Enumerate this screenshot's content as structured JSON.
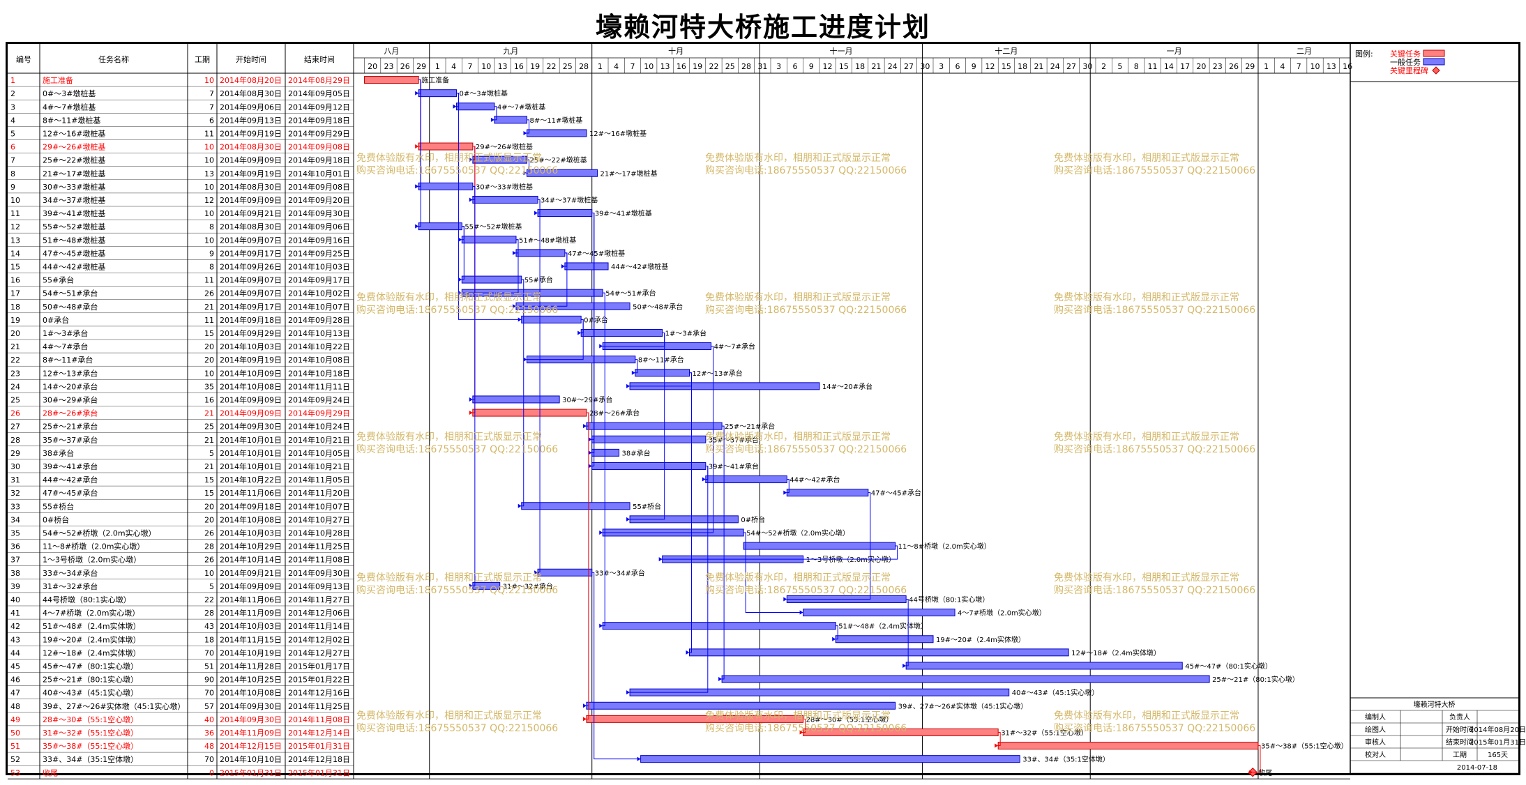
{
  "page": {
    "title": "壕赖河特大桥施工进度计划"
  },
  "table": {
    "headers": [
      "编号",
      "任务名称",
      "工期",
      "开始时间",
      "结束时间"
    ]
  },
  "timeline": {
    "months": [
      {
        "label": "八月",
        "days": [
          "20",
          "23",
          "26",
          "29"
        ]
      },
      {
        "label": "九月",
        "days": [
          "1",
          "4",
          "7",
          "10",
          "13",
          "16",
          "19",
          "22",
          "25",
          "28"
        ]
      },
      {
        "label": "十月",
        "days": [
          "1",
          "4",
          "7",
          "10",
          "13",
          "16",
          "19",
          "22",
          "25",
          "28",
          "31"
        ]
      },
      {
        "label": "十一月",
        "days": [
          "3",
          "6",
          "9",
          "12",
          "15",
          "18",
          "21",
          "24",
          "27",
          "30"
        ]
      },
      {
        "label": "十二月",
        "days": [
          "3",
          "6",
          "9",
          "12",
          "15",
          "18",
          "21",
          "24",
          "27",
          "30"
        ]
      },
      {
        "label": "一月",
        "days": [
          "2",
          "5",
          "8",
          "11",
          "14",
          "17",
          "20",
          "23",
          "26",
          "29"
        ]
      },
      {
        "label": "二月",
        "days": [
          "1",
          "4",
          "7",
          "10",
          "13",
          "16"
        ]
      }
    ]
  },
  "legend": {
    "title": "图例:",
    "critical": "关键任务",
    "normal": "一般任务",
    "milestone": "关键里程碑",
    "colors": {
      "critical": "#ff8080",
      "normal": "#7b7bff",
      "border": "#0000c0",
      "red_text": "#ff0000",
      "line": "#0000ff"
    }
  },
  "watermark": {
    "line1": "免费体验版有水印，相朋和正式版显示正常",
    "line2": "购买咨询电话:18675550537 QQ:22150066"
  },
  "info_box": {
    "project": "壕赖河特大桥",
    "labels": {
      "editor": "编制人",
      "owner": "负责人",
      "drawer": "绘图人",
      "start": "开始时间",
      "reviewer": "审核人",
      "end": "结束时间",
      "checker": "校对人",
      "duration": "工期"
    },
    "start_value": "2014年08月20日",
    "end_value": "2015年01月31日",
    "duration_value": "165天",
    "date": "2014-07-18"
  },
  "chart_data": {
    "type": "gantt",
    "title": "壕赖河特大桥施工进度计划",
    "x_range": [
      "2014-08-18",
      "2015-02-18"
    ],
    "tasks": [
      {
        "id": "1",
        "name": "施工准备",
        "duration": "10",
        "start": "2014年08月20日",
        "end": "2014年08月29日",
        "critical": true,
        "label": "施工准备"
      },
      {
        "id": "2",
        "name": "0#～3#墩桩基",
        "duration": "7",
        "start": "2014年08月30日",
        "end": "2014年09月05日",
        "critical": false,
        "label": "0#～3#墩桩基"
      },
      {
        "id": "3",
        "name": "4#～7#墩桩基",
        "duration": "7",
        "start": "2014年09月06日",
        "end": "2014年09月12日",
        "critical": false,
        "label": "4#～7#墩桩基"
      },
      {
        "id": "4",
        "name": "8#～11#墩桩基",
        "duration": "6",
        "start": "2014年09月13日",
        "end": "2014年09月18日",
        "critical": false,
        "label": "8#～11#墩桩基"
      },
      {
        "id": "5",
        "name": "12#～16#墩桩基",
        "duration": "11",
        "start": "2014年09月19日",
        "end": "2014年09月29日",
        "critical": false,
        "label": "12#～16#墩桩基"
      },
      {
        "id": "6",
        "name": "29#～26#墩桩基",
        "duration": "10",
        "start": "2014年08月30日",
        "end": "2014年09月08日",
        "critical": true,
        "label": "29#～26#墩桩基"
      },
      {
        "id": "7",
        "name": "25#～22#墩桩基",
        "duration": "10",
        "start": "2014年09月09日",
        "end": "2014年09月18日",
        "critical": false,
        "label": "25#～22#墩桩基"
      },
      {
        "id": "8",
        "name": "21#～17#墩桩基",
        "duration": "13",
        "start": "2014年09月19日",
        "end": "2014年10月01日",
        "critical": false,
        "label": "21#～17#墩桩基"
      },
      {
        "id": "9",
        "name": "30#～33#墩桩基",
        "duration": "10",
        "start": "2014年08月30日",
        "end": "2014年09月08日",
        "critical": false,
        "label": "30#～33#墩桩基"
      },
      {
        "id": "10",
        "name": "34#～37#墩桩基",
        "duration": "12",
        "start": "2014年09月09日",
        "end": "2014年09月20日",
        "critical": false,
        "label": "34#～37#墩桩基"
      },
      {
        "id": "11",
        "name": "39#～41#墩桩基",
        "duration": "10",
        "start": "2014年09月21日",
        "end": "2014年09月30日",
        "critical": false,
        "label": "39#～41#墩桩基"
      },
      {
        "id": "12",
        "name": "55#～52#墩桩基",
        "duration": "8",
        "start": "2014年08月30日",
        "end": "2014年09月06日",
        "critical": false,
        "label": "55#～52#墩桩基"
      },
      {
        "id": "13",
        "name": "51#～48#墩桩基",
        "duration": "10",
        "start": "2014年09月07日",
        "end": "2014年09月16日",
        "critical": false,
        "label": "51#～48#墩桩基"
      },
      {
        "id": "14",
        "name": "47#～45#墩桩基",
        "duration": "9",
        "start": "2014年09月17日",
        "end": "2014年09月25日",
        "critical": false,
        "label": "47#～45#墩桩基"
      },
      {
        "id": "15",
        "name": "44#～42#墩桩基",
        "duration": "8",
        "start": "2014年09月26日",
        "end": "2014年10月03日",
        "critical": false,
        "label": "44#～42#墩桩基"
      },
      {
        "id": "16",
        "name": "55#承台",
        "duration": "11",
        "start": "2014年09月07日",
        "end": "2014年09月17日",
        "critical": false,
        "label": "55#承台"
      },
      {
        "id": "17",
        "name": "54#～51#承台",
        "duration": "26",
        "start": "2014年09月07日",
        "end": "2014年10月02日",
        "critical": false,
        "label": "54#～51#承台"
      },
      {
        "id": "18",
        "name": "50#～48#承台",
        "duration": "21",
        "start": "2014年09月17日",
        "end": "2014年10月07日",
        "critical": false,
        "label": "50#～48#承台"
      },
      {
        "id": "19",
        "name": "0#承台",
        "duration": "11",
        "start": "2014年09月18日",
        "end": "2014年09月28日",
        "critical": false,
        "label": "0#承台"
      },
      {
        "id": "20",
        "name": "1#～3#承台",
        "duration": "15",
        "start": "2014年09月29日",
        "end": "2014年10月13日",
        "critical": false,
        "label": "1#～3#承台"
      },
      {
        "id": "21",
        "name": "4#～7#承台",
        "duration": "20",
        "start": "2014年10月03日",
        "end": "2014年10月22日",
        "critical": false,
        "label": "4#～7#承台"
      },
      {
        "id": "22",
        "name": "8#～11#承台",
        "duration": "20",
        "start": "2014年09月19日",
        "end": "2014年10月08日",
        "critical": false,
        "label": "8#～11#承台"
      },
      {
        "id": "23",
        "name": "12#～13#承台",
        "duration": "10",
        "start": "2014年10月09日",
        "end": "2014年10月18日",
        "critical": false,
        "label": "12#～13#承台"
      },
      {
        "id": "24",
        "name": "14#～20#承台",
        "duration": "35",
        "start": "2014年10月08日",
        "end": "2014年11月11日",
        "critical": false,
        "label": "14#～20#承台"
      },
      {
        "id": "25",
        "name": "30#～29#承台",
        "duration": "16",
        "start": "2014年09月09日",
        "end": "2014年09月24日",
        "critical": false,
        "label": "30#～29#承台"
      },
      {
        "id": "26",
        "name": "28#～26#承台",
        "duration": "21",
        "start": "2014年09月09日",
        "end": "2014年09月29日",
        "critical": true,
        "label": "28#～26#承台"
      },
      {
        "id": "27",
        "name": "25#～21#承台",
        "duration": "25",
        "start": "2014年09月30日",
        "end": "2014年10月24日",
        "critical": false,
        "label": "25#～21#承台"
      },
      {
        "id": "28",
        "name": "35#～37#承台",
        "duration": "21",
        "start": "2014年10月01日",
        "end": "2014年10月21日",
        "critical": false,
        "label": "35#～37#承台"
      },
      {
        "id": "29",
        "name": "38#承台",
        "duration": "5",
        "start": "2014年10月01日",
        "end": "2014年10月05日",
        "critical": false,
        "label": "38#承台"
      },
      {
        "id": "30",
        "name": "39#～41#承台",
        "duration": "21",
        "start": "2014年10月01日",
        "end": "2014年10月21日",
        "critical": false,
        "label": "39#～41#承台"
      },
      {
        "id": "31",
        "name": "44#～42#承台",
        "duration": "15",
        "start": "2014年10月22日",
        "end": "2014年11月05日",
        "critical": false,
        "label": "44#～42#承台"
      },
      {
        "id": "32",
        "name": "47#～45#承台",
        "duration": "15",
        "start": "2014年11月06日",
        "end": "2014年11月20日",
        "critical": false,
        "label": "47#～45#承台"
      },
      {
        "id": "33",
        "name": "55#桥台",
        "duration": "20",
        "start": "2014年09月18日",
        "end": "2014年10月07日",
        "critical": false,
        "label": "55#桥台"
      },
      {
        "id": "34",
        "name": "0#桥台",
        "duration": "20",
        "start": "2014年10月08日",
        "end": "2014年10月27日",
        "critical": false,
        "label": "0#桥台"
      },
      {
        "id": "35",
        "name": "54#～52#桥墩（2.0m实心墩）",
        "duration": "26",
        "start": "2014年10月03日",
        "end": "2014年10月28日",
        "critical": false,
        "label": "54#～52#桥墩（2.0m实心墩）"
      },
      {
        "id": "36",
        "name": "11～8#桥墩（2.0m实心墩）",
        "duration": "28",
        "start": "2014年10月29日",
        "end": "2014年11月25日",
        "critical": false,
        "label": "11～8#桥墩（2.0m实心墩）"
      },
      {
        "id": "37",
        "name": "1～3号桥墩（2.0m实心墩）",
        "duration": "26",
        "start": "2014年10月14日",
        "end": "2014年11月08日",
        "critical": false,
        "label": "1～3号桥墩（2.0m实心墩）"
      },
      {
        "id": "38",
        "name": "33#～34#承台",
        "duration": "10",
        "start": "2014年09月21日",
        "end": "2014年09月30日",
        "critical": false,
        "label": "33#～34#承台"
      },
      {
        "id": "39",
        "name": "31#～32#承台",
        "duration": "5",
        "start": "2014年09月09日",
        "end": "2014年09月13日",
        "critical": false,
        "label": "31#～32#承台"
      },
      {
        "id": "40",
        "name": "44号桥墩（80:1实心墩）",
        "duration": "22",
        "start": "2014年11月06日",
        "end": "2014年11月27日",
        "critical": false,
        "label": "44号桥墩（80:1实心墩）"
      },
      {
        "id": "41",
        "name": "4～7#桥墩（2.0m实心墩）",
        "duration": "28",
        "start": "2014年11月09日",
        "end": "2014年12月06日",
        "critical": false,
        "label": "4～7#桥墩（2.0m实心墩）"
      },
      {
        "id": "42",
        "name": "51#～48#（2.4m实体墩）",
        "duration": "43",
        "start": "2014年10月03日",
        "end": "2014年11月14日",
        "critical": false,
        "label": "51#～48#（2.4m实体墩）"
      },
      {
        "id": "43",
        "name": "19#～20#（2.4m实体墩）",
        "duration": "18",
        "start": "2014年11月15日",
        "end": "2014年12月02日",
        "critical": false,
        "label": "19#～20#（2.4m实体墩）"
      },
      {
        "id": "44",
        "name": "12#～18#（2.4m实体墩）",
        "duration": "70",
        "start": "2014年10月19日",
        "end": "2014年12月27日",
        "critical": false,
        "label": "12#～18#（2.4m实体墩）"
      },
      {
        "id": "45",
        "name": "45#～47#（80:1实心墩）",
        "duration": "51",
        "start": "2014年11月28日",
        "end": "2015年01月17日",
        "critical": false,
        "label": "45#～47#（80:1实心墩）"
      },
      {
        "id": "46",
        "name": "25#～21#（80:1实心墩）",
        "duration": "90",
        "start": "2014年10月25日",
        "end": "2015年01月22日",
        "critical": false,
        "label": "25#～21#（80:1实心墩）"
      },
      {
        "id": "47",
        "name": "40#～43#（45:1实心墩）",
        "duration": "70",
        "start": "2014年10月08日",
        "end": "2014年12月16日",
        "critical": false,
        "label": "40#～43#（45:1实心墩）"
      },
      {
        "id": "48",
        "name": "39#、27#～26#实体墩（45:1实心墩）",
        "duration": "57",
        "start": "2014年09月30日",
        "end": "2014年11月25日",
        "critical": false,
        "label": "39#、27#～26#实体墩（45:1实心墩）"
      },
      {
        "id": "49",
        "name": "28#～30#（55:1空心墩）",
        "duration": "40",
        "start": "2014年09月30日",
        "end": "2014年11月08日",
        "critical": true,
        "label": "28#～30#（55:1空心墩）"
      },
      {
        "id": "50",
        "name": "31#～32#（55:1空心墩）",
        "duration": "36",
        "start": "2014年11月09日",
        "end": "2014年12月14日",
        "critical": true,
        "label": "31#～32#（55:1空心墩）"
      },
      {
        "id": "51",
        "name": "35#～38#（55:1空心墩）",
        "duration": "48",
        "start": "2014年12月15日",
        "end": "2015年01月31日",
        "critical": true,
        "label": "35#～38#（55:1空心墩）"
      },
      {
        "id": "52",
        "name": "33#、34#（35:1空体墩）",
        "duration": "70",
        "start": "2014年10月10日",
        "end": "2014年12月18日",
        "critical": false,
        "label": "33#、34#（35:1空体墩）"
      },
      {
        "id": "53",
        "name": "收尾",
        "duration": "0",
        "start": "2015年01月31日",
        "end": "2015年01月31日",
        "critical": true,
        "milestone": true,
        "label": "收尾"
      }
    ],
    "dependencies": [
      [
        1,
        2
      ],
      [
        2,
        3
      ],
      [
        3,
        4
      ],
      [
        4,
        5
      ],
      [
        1,
        6
      ],
      [
        6,
        7
      ],
      [
        7,
        8
      ],
      [
        1,
        9
      ],
      [
        9,
        10
      ],
      [
        10,
        11
      ],
      [
        1,
        12
      ],
      [
        12,
        13
      ],
      [
        13,
        14
      ],
      [
        14,
        15
      ],
      [
        12,
        16
      ],
      [
        13,
        17
      ],
      [
        14,
        18
      ],
      [
        2,
        19
      ],
      [
        19,
        20
      ],
      [
        20,
        21
      ],
      [
        19,
        22
      ],
      [
        22,
        23
      ],
      [
        23,
        24
      ],
      [
        6,
        25
      ],
      [
        6,
        26
      ],
      [
        26,
        27
      ],
      [
        11,
        28
      ],
      [
        11,
        29
      ],
      [
        11,
        30
      ],
      [
        30,
        31
      ],
      [
        31,
        32
      ],
      [
        16,
        33
      ],
      [
        20,
        34
      ],
      [
        21,
        35
      ],
      [
        36,
        37
      ],
      [
        10,
        38
      ],
      [
        9,
        39
      ],
      [
        32,
        40
      ],
      [
        35,
        41
      ],
      [
        17,
        42
      ],
      [
        42,
        43
      ],
      [
        23,
        44
      ],
      [
        40,
        45
      ],
      [
        27,
        46
      ],
      [
        30,
        47
      ],
      [
        26,
        48
      ],
      [
        26,
        49
      ],
      [
        49,
        50
      ],
      [
        50,
        51
      ],
      [
        38,
        52
      ],
      [
        51,
        53
      ]
    ]
  }
}
